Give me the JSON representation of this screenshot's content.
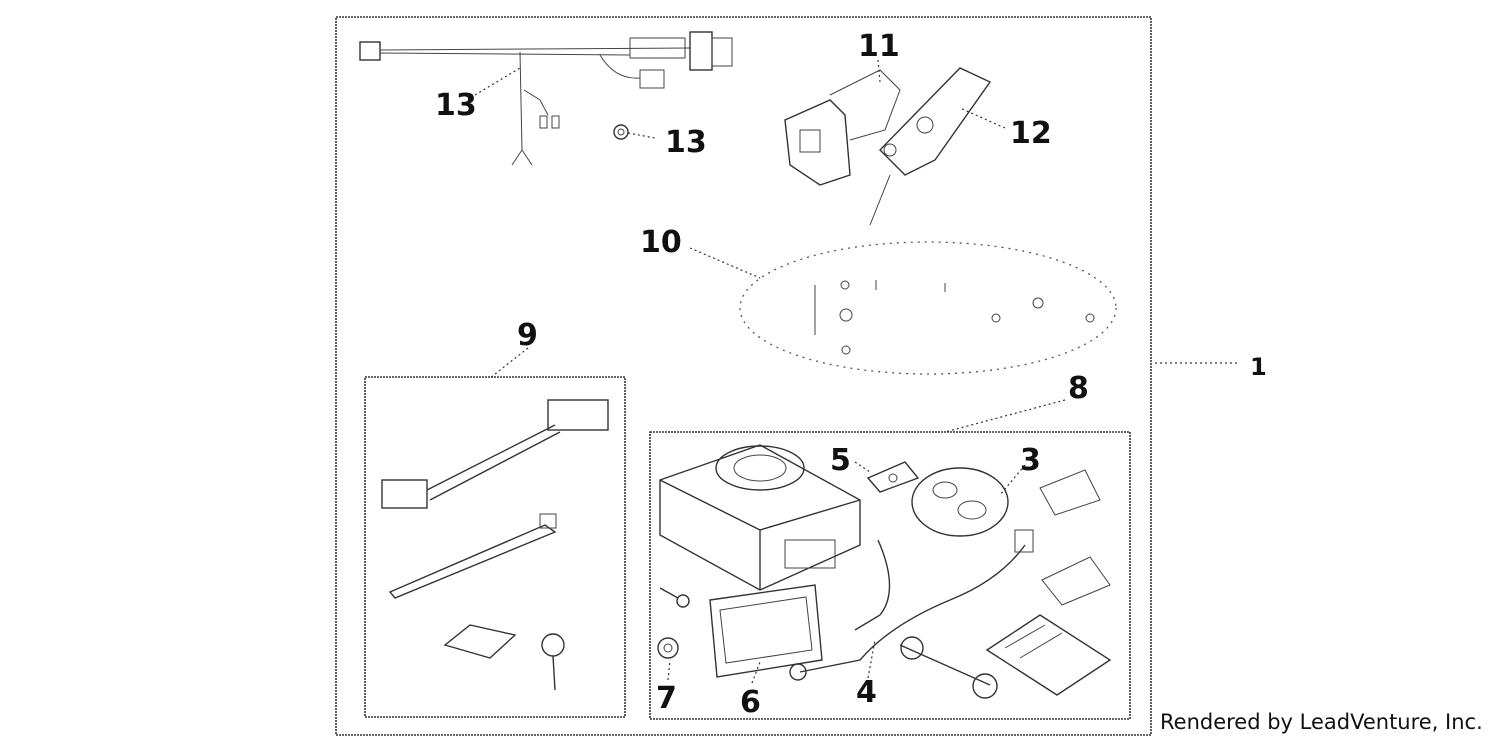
{
  "diagram": {
    "callouts": {
      "c1": "1",
      "c3": "3",
      "c4": "4",
      "c5": "5",
      "c6": "6",
      "c7": "7",
      "c8": "8",
      "c9": "9",
      "c10": "10",
      "c11": "11",
      "c12": "12",
      "c13a": "13",
      "c13b": "13"
    }
  },
  "footer": {
    "credit": "Rendered by LeadVenture, Inc."
  },
  "colors": {
    "line": "#333333",
    "background": "#ffffff"
  }
}
